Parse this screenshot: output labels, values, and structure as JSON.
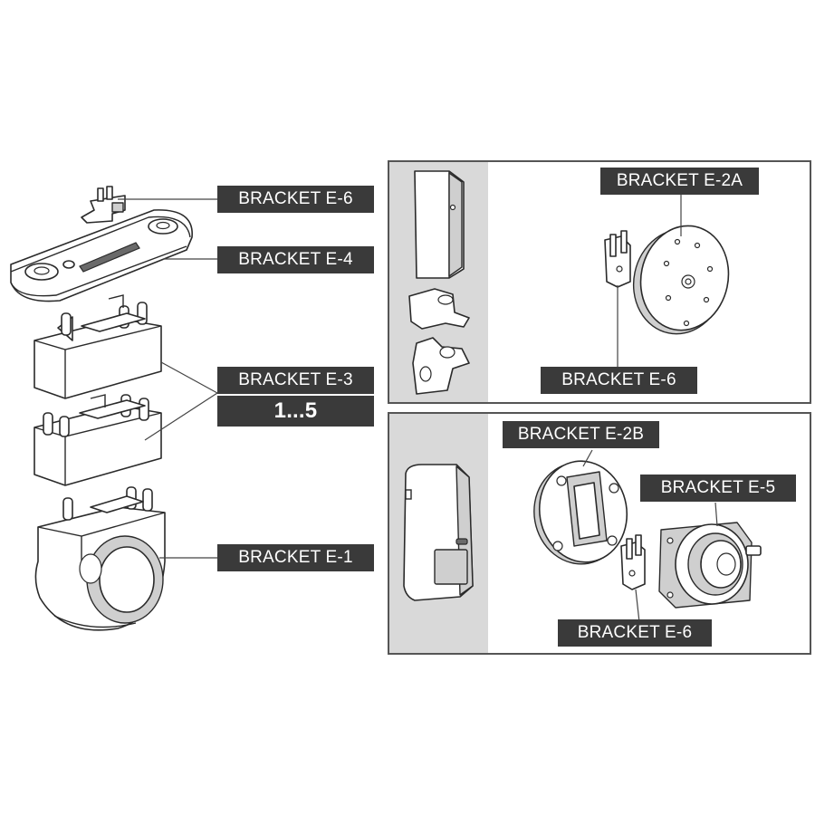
{
  "labels": {
    "e6_left": "BRACKET E-6",
    "e4": "BRACKET E-4",
    "e3": "BRACKET E-3",
    "e3_range": "1...5",
    "e1": "BRACKET E-1",
    "e2a": "BRACKET E-2A",
    "e6_top_panel": "BRACKET E-6",
    "e2b": "BRACKET E-2B",
    "e5": "BRACKET E-5",
    "e6_bottom_panel": "BRACKET E-6"
  },
  "colors": {
    "label_bg": "#3a3a3a",
    "label_text": "#ffffff",
    "panel_side": "#d9d9d9",
    "panel_border": "#555555"
  }
}
